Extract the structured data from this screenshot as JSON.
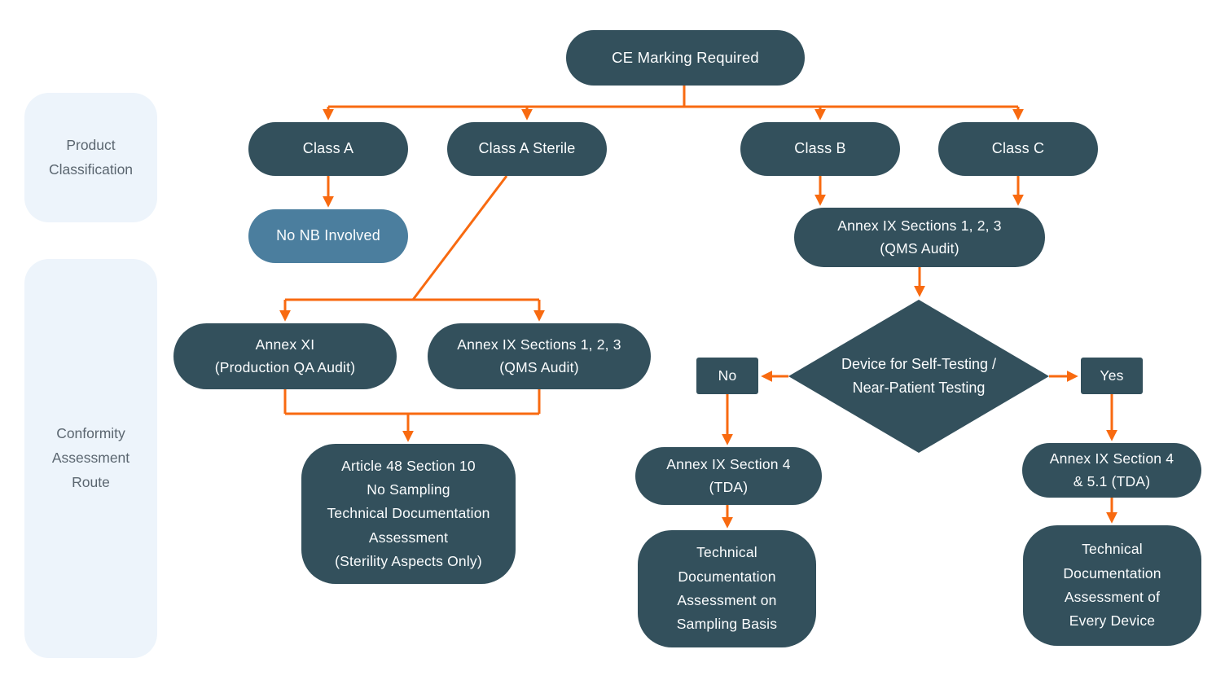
{
  "sidebar": {
    "classification_label": "Product\nClassification",
    "route_label": "Conformity\nAssessment\nRoute"
  },
  "nodes": {
    "ce_marking": "CE Marking Required",
    "class_a": "Class A",
    "class_a_sterile": "Class A Sterile",
    "class_b": "Class B",
    "class_c": "Class C",
    "no_nb": "No NB Involved",
    "annex_xi": "Annex XI\n(Production QA Audit)",
    "annex_ix_qms_left": "Annex IX Sections 1, 2, 3\n(QMS Audit)",
    "annex_ix_qms_right": "Annex IX Sections 1, 2, 3\n(QMS Audit)",
    "article_48": "Article 48 Section 10\nNo Sampling\nTechnical Documentation\nAssessment\n(Sterility Aspects Only)",
    "self_testing_decision": "Device for Self-Testing /\nNear-Patient Testing",
    "no_label": "No",
    "yes_label": "Yes",
    "annex_ix_s4_tda": "Annex IX Section 4\n(TDA)",
    "tda_sampling": "Technical\nDocumentation\nAssessment on\nSampling Basis",
    "annex_ix_s4_51_tda": "Annex IX Section 4\n& 5.1 (TDA)",
    "tda_every_device": "Technical\nDocumentation\nAssessment of\nEvery Device"
  },
  "colors": {
    "node_dark": "#33505c",
    "node_light_blue": "#4b7e9e",
    "arrow_orange": "#f86a10",
    "sidebar_bg": "#edf4fb",
    "sidebar_text": "#5b6670",
    "node_text": "#fbfdfe",
    "background": "#ffffff"
  }
}
